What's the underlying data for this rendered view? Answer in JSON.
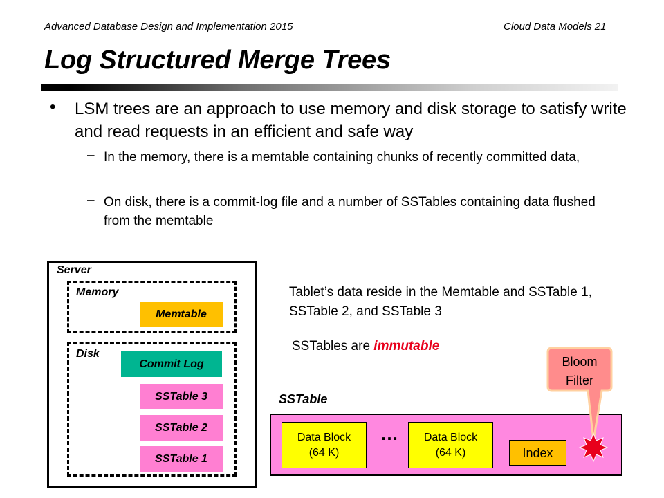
{
  "header": {
    "left": "Advanced Database Design and Implementation 2015",
    "right": "Cloud Data Models 21"
  },
  "title": "Log Structured Merge Trees",
  "bullet": {
    "symbol": "•",
    "text": "LSM trees are an approach to use memory and disk storage to satisfy write and read requests in an efficient and safe way",
    "subbullets": [
      {
        "dash": "–",
        "text": "In the memory, there is a memtable containing chunks of recently committed data,"
      },
      {
        "dash": "–",
        "text": "On disk, there is a commit-log file and a number of SSTables containing data flushed from the memtable"
      }
    ]
  },
  "diagram": {
    "server_label": "Server",
    "memory_label": "Memory",
    "disk_label": "Disk",
    "memtable": "Memtable",
    "commit_log": "Commit Log",
    "sstables": [
      "SSTable 3",
      "SSTable 2",
      "SSTable 1"
    ],
    "tablet_text": "Tablet’s data reside in the Memtable and SSTable 1, SSTable 2, and SSTable 3",
    "immutable_prefix": "SSTables are ",
    "immutable_word": "immutable",
    "sstable_label": "SSTable",
    "data_block_1": {
      "line1": "Data Block",
      "line2": "(64 K)"
    },
    "data_block_2": {
      "line1": "Data Block",
      "line2": "(64 K)"
    },
    "ellipsis": "…",
    "index": "Index",
    "bloom_filter": {
      "line1": "Bloom",
      "line2": "Filter"
    },
    "colors": {
      "memtable": "#ffc000",
      "commit_log": "#00b591",
      "sstable": "#ff7fd2",
      "sstable_container": "#ff88e0",
      "data_block": "#ffff00",
      "index": "#ffc000",
      "bloom_callout": "#ff8c8c",
      "bloom_marker": "#e8001c",
      "immutable": "#e8001c"
    }
  }
}
